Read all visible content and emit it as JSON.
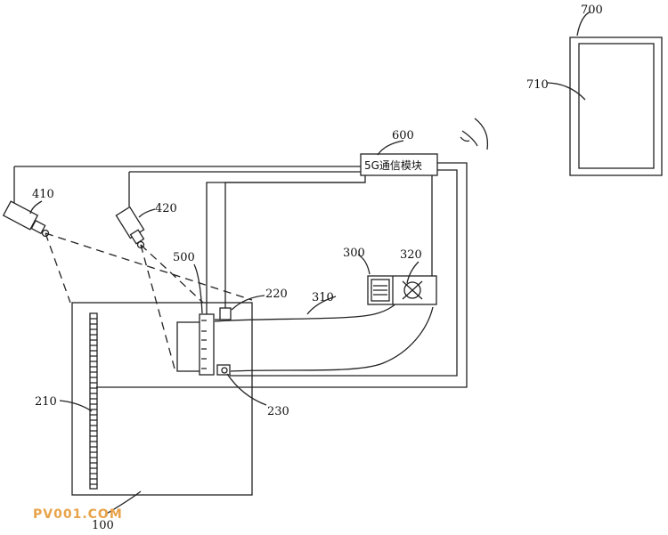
{
  "labels": {
    "l100": "100",
    "l210": "210",
    "l220": "220",
    "l230": "230",
    "l300": "300",
    "l310": "310",
    "l320": "320",
    "l410": "410",
    "l420": "420",
    "l500": "500",
    "l600": "600",
    "l700": "700",
    "l710": "710"
  },
  "module_600_text": "5G通信模块",
  "watermark": "PV001.COM",
  "colors": {
    "line": "#222222",
    "watermark": "#e8a34a",
    "background": "#ffffff"
  }
}
